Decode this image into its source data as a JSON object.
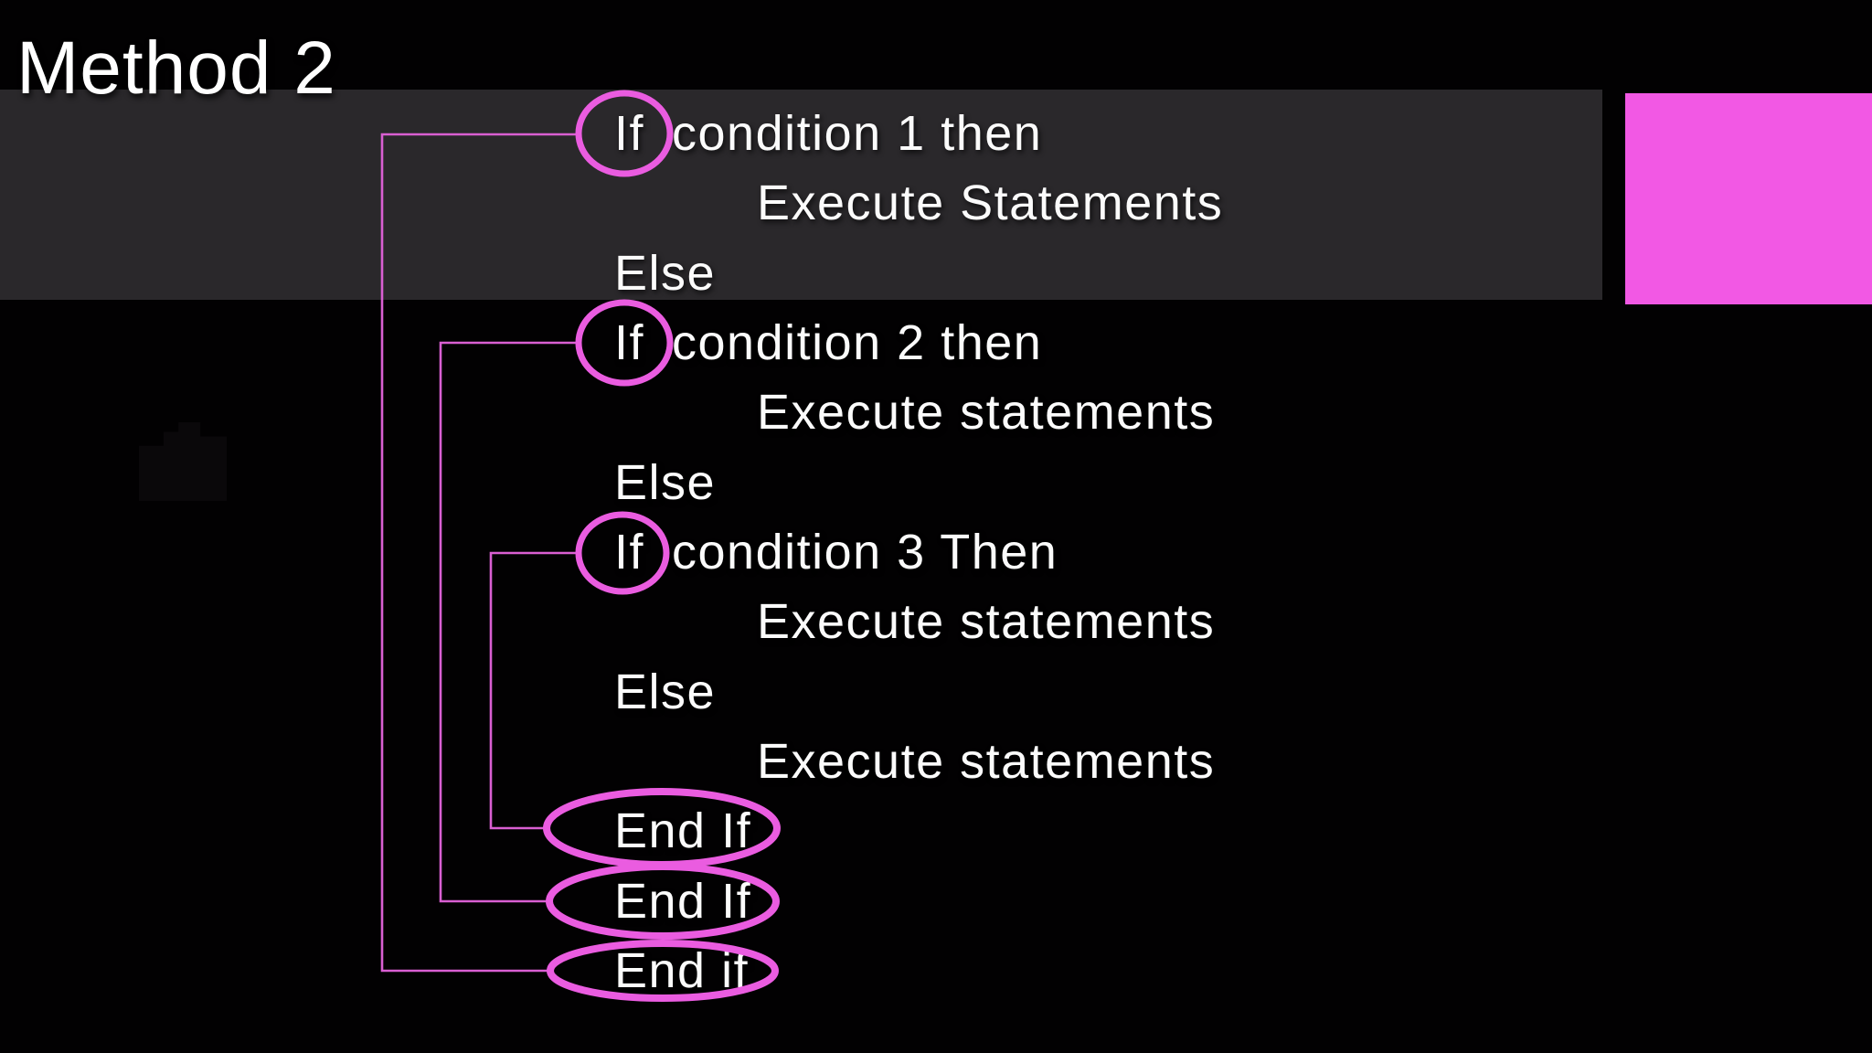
{
  "slide": {
    "title": "Method 2",
    "colors": {
      "background": "#020102",
      "band_gray": "#2a282b",
      "accent_pink": "#f258e4",
      "annotation_stroke_pink": "#ea5ce0",
      "connector_line_pink": "#d95fd2",
      "text_white": "#fbfbfb"
    },
    "code_lines": [
      {
        "kw": "If",
        "rest": "condition 1 then",
        "indent": 1,
        "annotation": "circle-around-if"
      },
      {
        "text": "Execute Statements",
        "indent": 2,
        "annotation": "none"
      },
      {
        "text": "Else",
        "indent": 1,
        "annotation": "none"
      },
      {
        "kw": "If",
        "rest": "condition 2 then",
        "indent": 1,
        "annotation": "circle-around-if"
      },
      {
        "text": "Execute statements",
        "indent": 2,
        "annotation": "none"
      },
      {
        "text": "Else",
        "indent": 1,
        "annotation": "none"
      },
      {
        "kw": "If",
        "rest": "condition 3 Then",
        "indent": 1,
        "annotation": "circle-around-if"
      },
      {
        "text": "Execute statements",
        "indent": 2,
        "annotation": "none"
      },
      {
        "text": "Else",
        "indent": 1,
        "annotation": "none"
      },
      {
        "text": "Execute statements",
        "indent": 2,
        "annotation": "none"
      },
      {
        "text": "End If",
        "indent": 1,
        "annotation": "ellipse"
      },
      {
        "text": "End If",
        "indent": 1,
        "annotation": "ellipse"
      },
      {
        "text": "End if",
        "indent": 1,
        "annotation": "ellipse"
      }
    ],
    "annotations": {
      "bracket_pairs": [
        {
          "from": "If condition 1 then",
          "to": "End if"
        },
        {
          "from": "If condition 2 then",
          "to": "End If (outer)"
        },
        {
          "from": "If condition 3 Then",
          "to": "End If (inner)"
        }
      ]
    }
  }
}
